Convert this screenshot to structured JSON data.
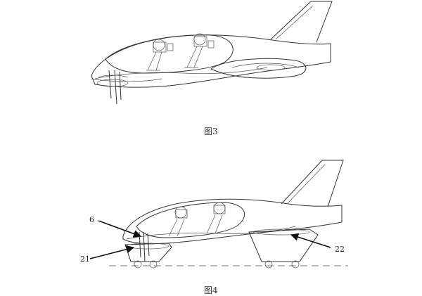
{
  "figures": [
    {
      "caption": "图3"
    },
    {
      "caption": "图4",
      "callouts": [
        "6",
        "21",
        "22"
      ]
    }
  ]
}
